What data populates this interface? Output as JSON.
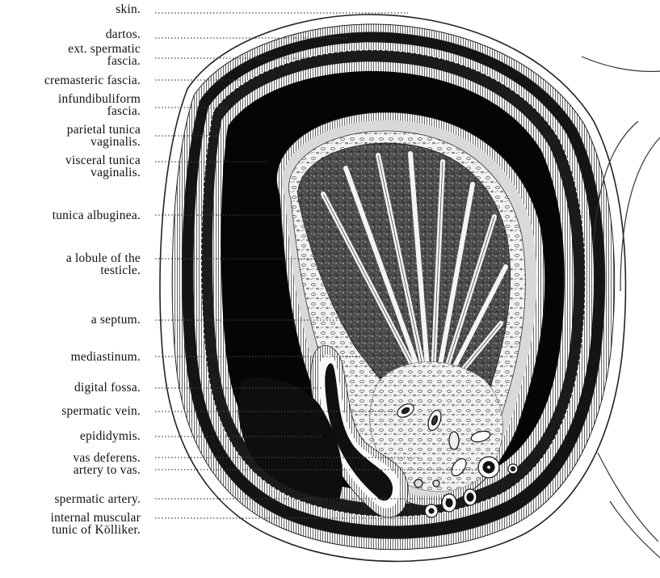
{
  "figure": {
    "labels": [
      {
        "id": "skin",
        "text": "skin."
      },
      {
        "id": "dartos",
        "text": "dartos."
      },
      {
        "id": "ext-spermatic-fascia",
        "text": "ext. spermatic\nfascia."
      },
      {
        "id": "cremasteric-fascia",
        "text": "cremasteric fascia."
      },
      {
        "id": "infundibuliform-fascia",
        "text": "infundibuliform\nfascia."
      },
      {
        "id": "parietal-tunica-vaginalis",
        "text": "parietal tunica\nvaginalis."
      },
      {
        "id": "visceral-tunica-vaginalis",
        "text": "visceral tunica\nvaginalis."
      },
      {
        "id": "tunica-albuginea",
        "text": "tunica albuginea."
      },
      {
        "id": "lobule-of-the-testicle",
        "text": "a lobule of the\ntesticle."
      },
      {
        "id": "septum",
        "text": "a septum."
      },
      {
        "id": "mediastinum",
        "text": "mediastinum."
      },
      {
        "id": "digital-fossa",
        "text": "digital fossa."
      },
      {
        "id": "spermatic-vein",
        "text": "spermatic vein."
      },
      {
        "id": "epididymis",
        "text": "epididymis."
      },
      {
        "id": "vas-deferens",
        "text": "vas deferens."
      },
      {
        "id": "artery-to-vas",
        "text": "artery to vas."
      },
      {
        "id": "spermatic-artery",
        "text": "spermatic artery."
      },
      {
        "id": "internal-muscular-tunic",
        "text": "internal muscular\ntunic of Kölliker."
      }
    ]
  }
}
